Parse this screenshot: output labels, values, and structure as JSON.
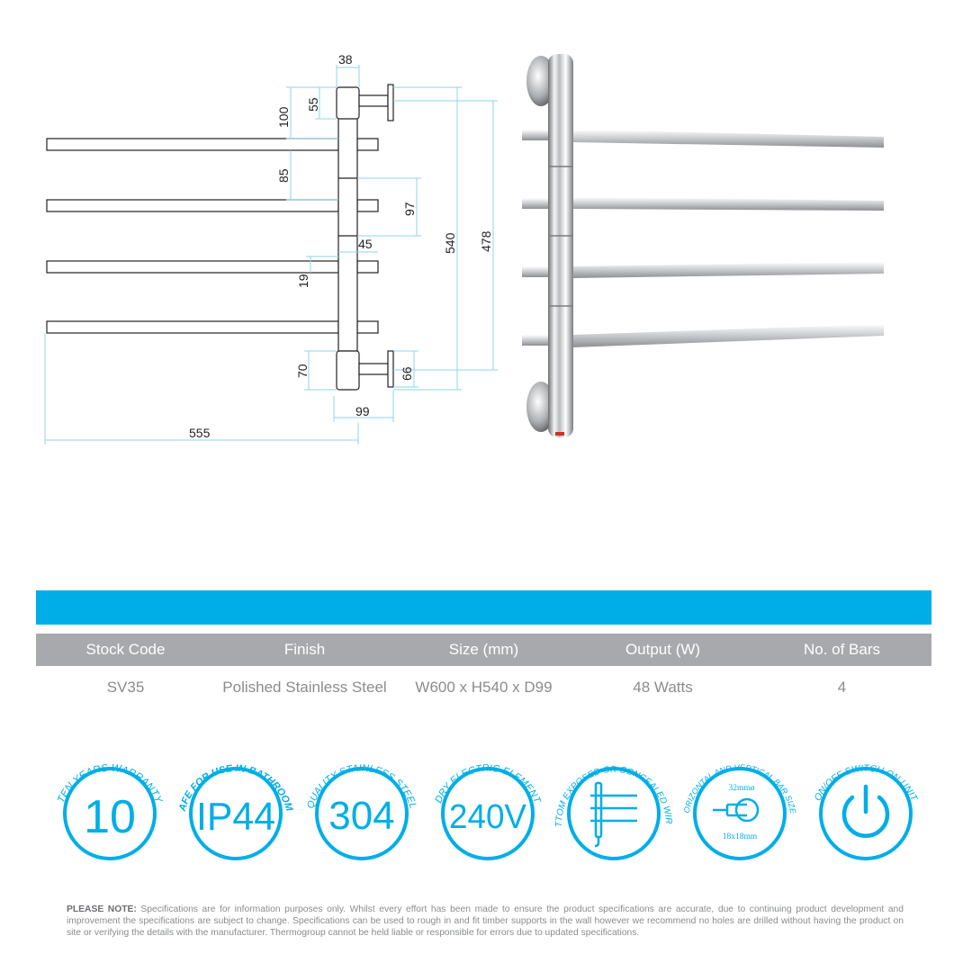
{
  "drawing": {
    "dimensions": {
      "width_top": "38",
      "bracket_top": "55",
      "top_offset": "100",
      "spacing_1": "85",
      "spacing_2": "97",
      "offset_45": "45",
      "bar_19": "19",
      "bottom_70": "70",
      "bottom_66": "66",
      "depth": "99",
      "height_540": "540",
      "height_478": "478",
      "length": "555"
    }
  },
  "spec_table": {
    "headers": [
      "Stock Code",
      "Finish",
      "Size (mm)",
      "Output (W)",
      "No. of Bars"
    ],
    "row": [
      "SV35",
      "Polished Stainless Steel",
      "W600 x H540 x D99",
      "48 Watts",
      "4"
    ]
  },
  "badges": [
    {
      "arc_text": "TEN YEARS WARRANTY",
      "value": "10",
      "icon": "warranty-icon"
    },
    {
      "arc_text": "SAFE FOR USE IN BATHROOMS",
      "value": "IP44",
      "icon": "ip-rating-icon"
    },
    {
      "arc_text": "QUALITY STAINLESS STEEL",
      "value": "304",
      "icon": "steel-grade-icon"
    },
    {
      "arc_text": "DRY ELECTRIC ELEMENT",
      "value": "240V",
      "icon": "voltage-icon"
    },
    {
      "arc_text": "BOTTOM EXPOSED OR CONCEALED WIRING",
      "value": "",
      "icon": "wiring-icon"
    },
    {
      "arc_text": "HORIZONTAL AND VERTICAL BAR SIZES",
      "value": "",
      "icon": "bar-sizes-icon",
      "labels": [
        "32mmø",
        "18x18mm"
      ]
    },
    {
      "arc_text": "ON/OFF SWITCH ON UNIT",
      "value": "",
      "icon": "power-icon"
    }
  ],
  "note": {
    "label": "PLEASE NOTE:",
    "text": "Specifications are for information purposes only. Whilst every effort has been made to ensure the product specifications are accurate, due to continuing product development and improvement the specifications are subject to change.  Specifications can be used to rough in and fit timber supports in the wall however we recommend no holes are drilled without having the product on site or verifying the details with the manufacturer.  Thermogroup cannot be held liable or responsible for errors due to updated specifications."
  },
  "colors": {
    "accent": "#00aee7",
    "header_gray": "#a7a9ac",
    "text_gray": "#8a8c8e",
    "dimension_line": "#8fd3ee"
  }
}
